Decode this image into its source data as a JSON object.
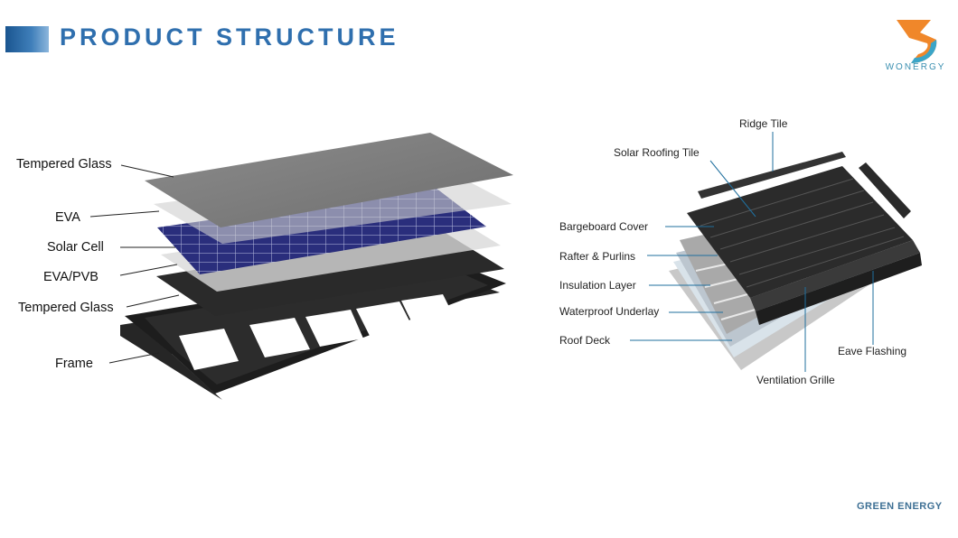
{
  "header": {
    "title": "PRODUCT STRUCTURE"
  },
  "brand": {
    "logo_text": "WONERGY",
    "tagline": "GREEN ENERGY",
    "accent": "#2f6fae",
    "logo_orange": "#f0872a",
    "logo_blue": "#3aa5c8"
  },
  "panel_layers": {
    "labels": [
      "Tempered Glass",
      "EVA",
      "Solar Cell",
      "EVA/PVB",
      "Tempered Glass",
      "Frame"
    ]
  },
  "roof_structure": {
    "labels": [
      "Ridge Tile",
      "Solar Roofing Tile",
      "Bargeboard Cover",
      "Rafter & Purlins",
      "Insulation Layer",
      "Waterproof Underlay",
      "Roof Deck",
      "Eave Flashing",
      "Ventilation Grille"
    ]
  },
  "icons": [
    "wonergy-logo-icon"
  ]
}
